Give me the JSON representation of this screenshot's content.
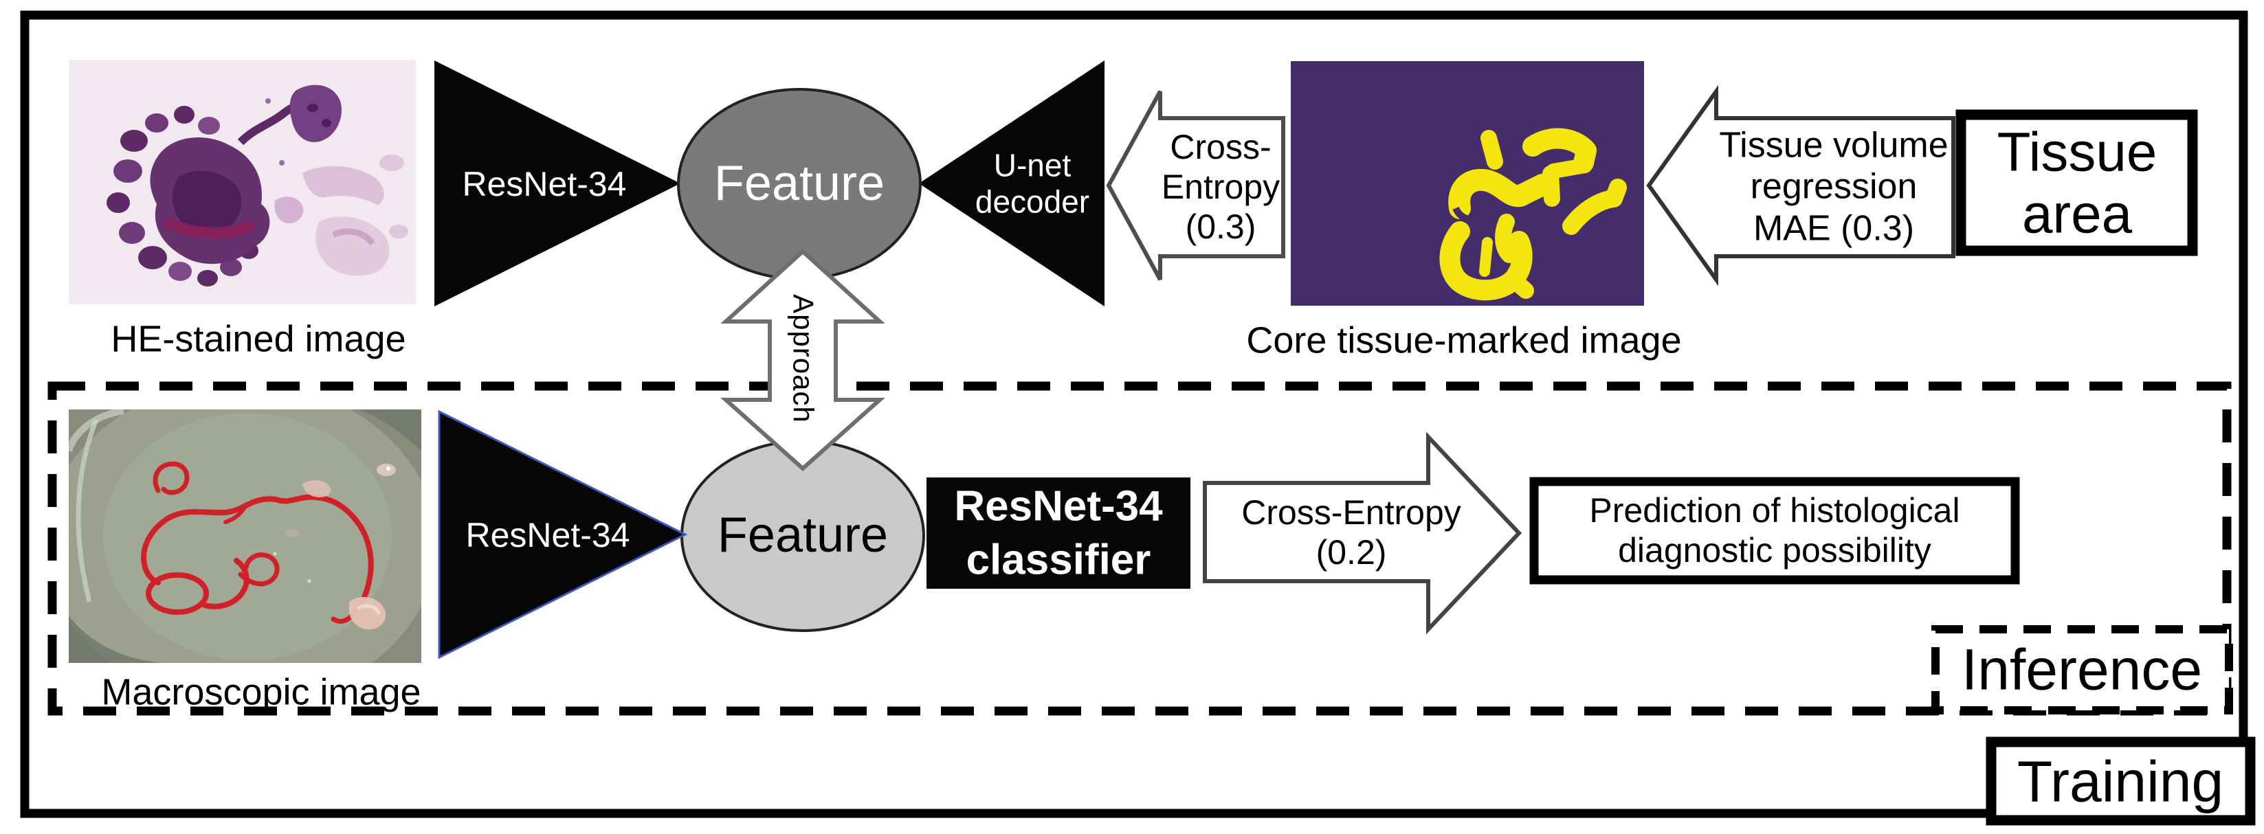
{
  "figure": {
    "training_label": "Training",
    "inference_label": "Inference"
  },
  "top_branch": {
    "input_caption": "HE-stained image",
    "encoder_label": "ResNet-34",
    "feature_label": "Feature",
    "decoder_label": "U-net\ndecoder",
    "loss_arrow_label": "Cross-\nEntropy\n(0.3)",
    "target_caption": "Core tissue-marked image",
    "regression_arrow_label": "Tissue volume\nregression\nMAE (0.3)",
    "target_box_label": "Tissue\narea"
  },
  "bottom_branch": {
    "input_caption": "Macroscopic image",
    "encoder_label": "ResNet-34",
    "feature_label": "Feature",
    "classifier_label": "ResNet-34\nclassifier",
    "loss_arrow_label": "Cross-Entropy\n(0.2)",
    "output_box_label": "Prediction of histological\ndiagnostic possibility"
  },
  "connector": {
    "approach_label": "Approach"
  },
  "colors": {
    "border": "#000000",
    "encoder_triangle_fill": "#060606",
    "classifier_fill": "#060606",
    "feature_top_fill": "#7a7a7a",
    "feature_bottom_fill": "#c9c9c9",
    "block_arrow_fill": "#ffffff",
    "mask_background": "#452d6b",
    "mask_marks": "#f3e50d",
    "he_image_background": "#f2e9f0",
    "he_tissue_dark": "#66316f",
    "macro_dish": "#9ba08f",
    "macro_tissue_red": "#cf2127"
  }
}
